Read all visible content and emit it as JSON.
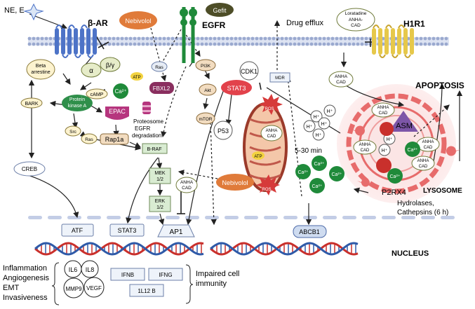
{
  "receptors": {
    "ne_e": "NE, E",
    "beta_ar": "β-AR",
    "egfr": "EGFR",
    "h1r1": "H1R1",
    "alpha": "α",
    "beta_gamma": "β/γ",
    "beta_arrestine_1": "Beta",
    "beta_arrestine_2": "arrestine",
    "gefit": "Gefit",
    "nebivolol": "Nebivolol",
    "loratadine_1": "Loratadine",
    "loratadine_2": "ANHA-",
    "loratadine_3": "CAD"
  },
  "cytoplasm": {
    "atp": "ATP",
    "camp": "cAMP",
    "ca2": "Ca²⁺",
    "pka_1": "Protein",
    "pka_2": "kinase A",
    "bark": "BARK",
    "epac": "EPAC",
    "rap1a": "Rap1a",
    "src": "Src",
    "ras": "Ras",
    "braf": "B-RAF",
    "fbxl2": "FBXL2",
    "proteosome_1": "Proteosome",
    "proteosome_2": "EGFR",
    "proteosome_3": "degradation",
    "pi3k": "PI3K",
    "akt": "Akt",
    "mtor": "mTOR",
    "cdk1": "CDK1",
    "stat3": "STAT3",
    "p53": "P53",
    "mek_1": "MEK",
    "mek_2": "1/2",
    "erk_1": "ERK",
    "erk_2": "1/2",
    "creb": "CREB",
    "anha_1": "ANHA",
    "anha_2": "CAD",
    "mdr": "MDR",
    "drug_efflux": "Drug efflux",
    "ros": "ROS",
    "hplus": "H⁺",
    "time": "5-30 min"
  },
  "lysosome": {
    "apoptosis": "APOPTOSIS",
    "asm": "ASM",
    "p2rx4": "P2RX4",
    "label": "LYSOSOME",
    "hydrolases_1": "Hydrolases,",
    "hydrolases_2": "Cathepsins (6 h)"
  },
  "nucleus": {
    "label": "NUCLEUS",
    "atf": "ATF",
    "stat3": "STAT3",
    "ap1": "AP1",
    "abcb1": "ABCB1",
    "inflammation": "Inflammation",
    "angiogenesis": "Angiogenesis",
    "emt": "EMT",
    "invasiveness": "Invasiveness",
    "il6": "IL6",
    "il8": "IL8",
    "mmp9": "MMP9",
    "vegf": "VEGF",
    "ifnb": "IFNB",
    "ifng": "IFNG",
    "il12b": "1L12 B",
    "impaired_1": "Impaired cell",
    "impaired_2": "immunity"
  },
  "colors": {
    "membrane": "#9aa9cf",
    "receptor_blue": "#4d73c7",
    "nebivolol": "#e07b3a",
    "stat3": "#e2424b",
    "green": "#1f8a3a",
    "epac": "#b6357e",
    "fbxl2": "#8a2f5f",
    "lysosome": "#e76b6b",
    "asm": "#7d56a8",
    "dna_red": "#c9302c",
    "dna_blue": "#2f5aa8"
  }
}
